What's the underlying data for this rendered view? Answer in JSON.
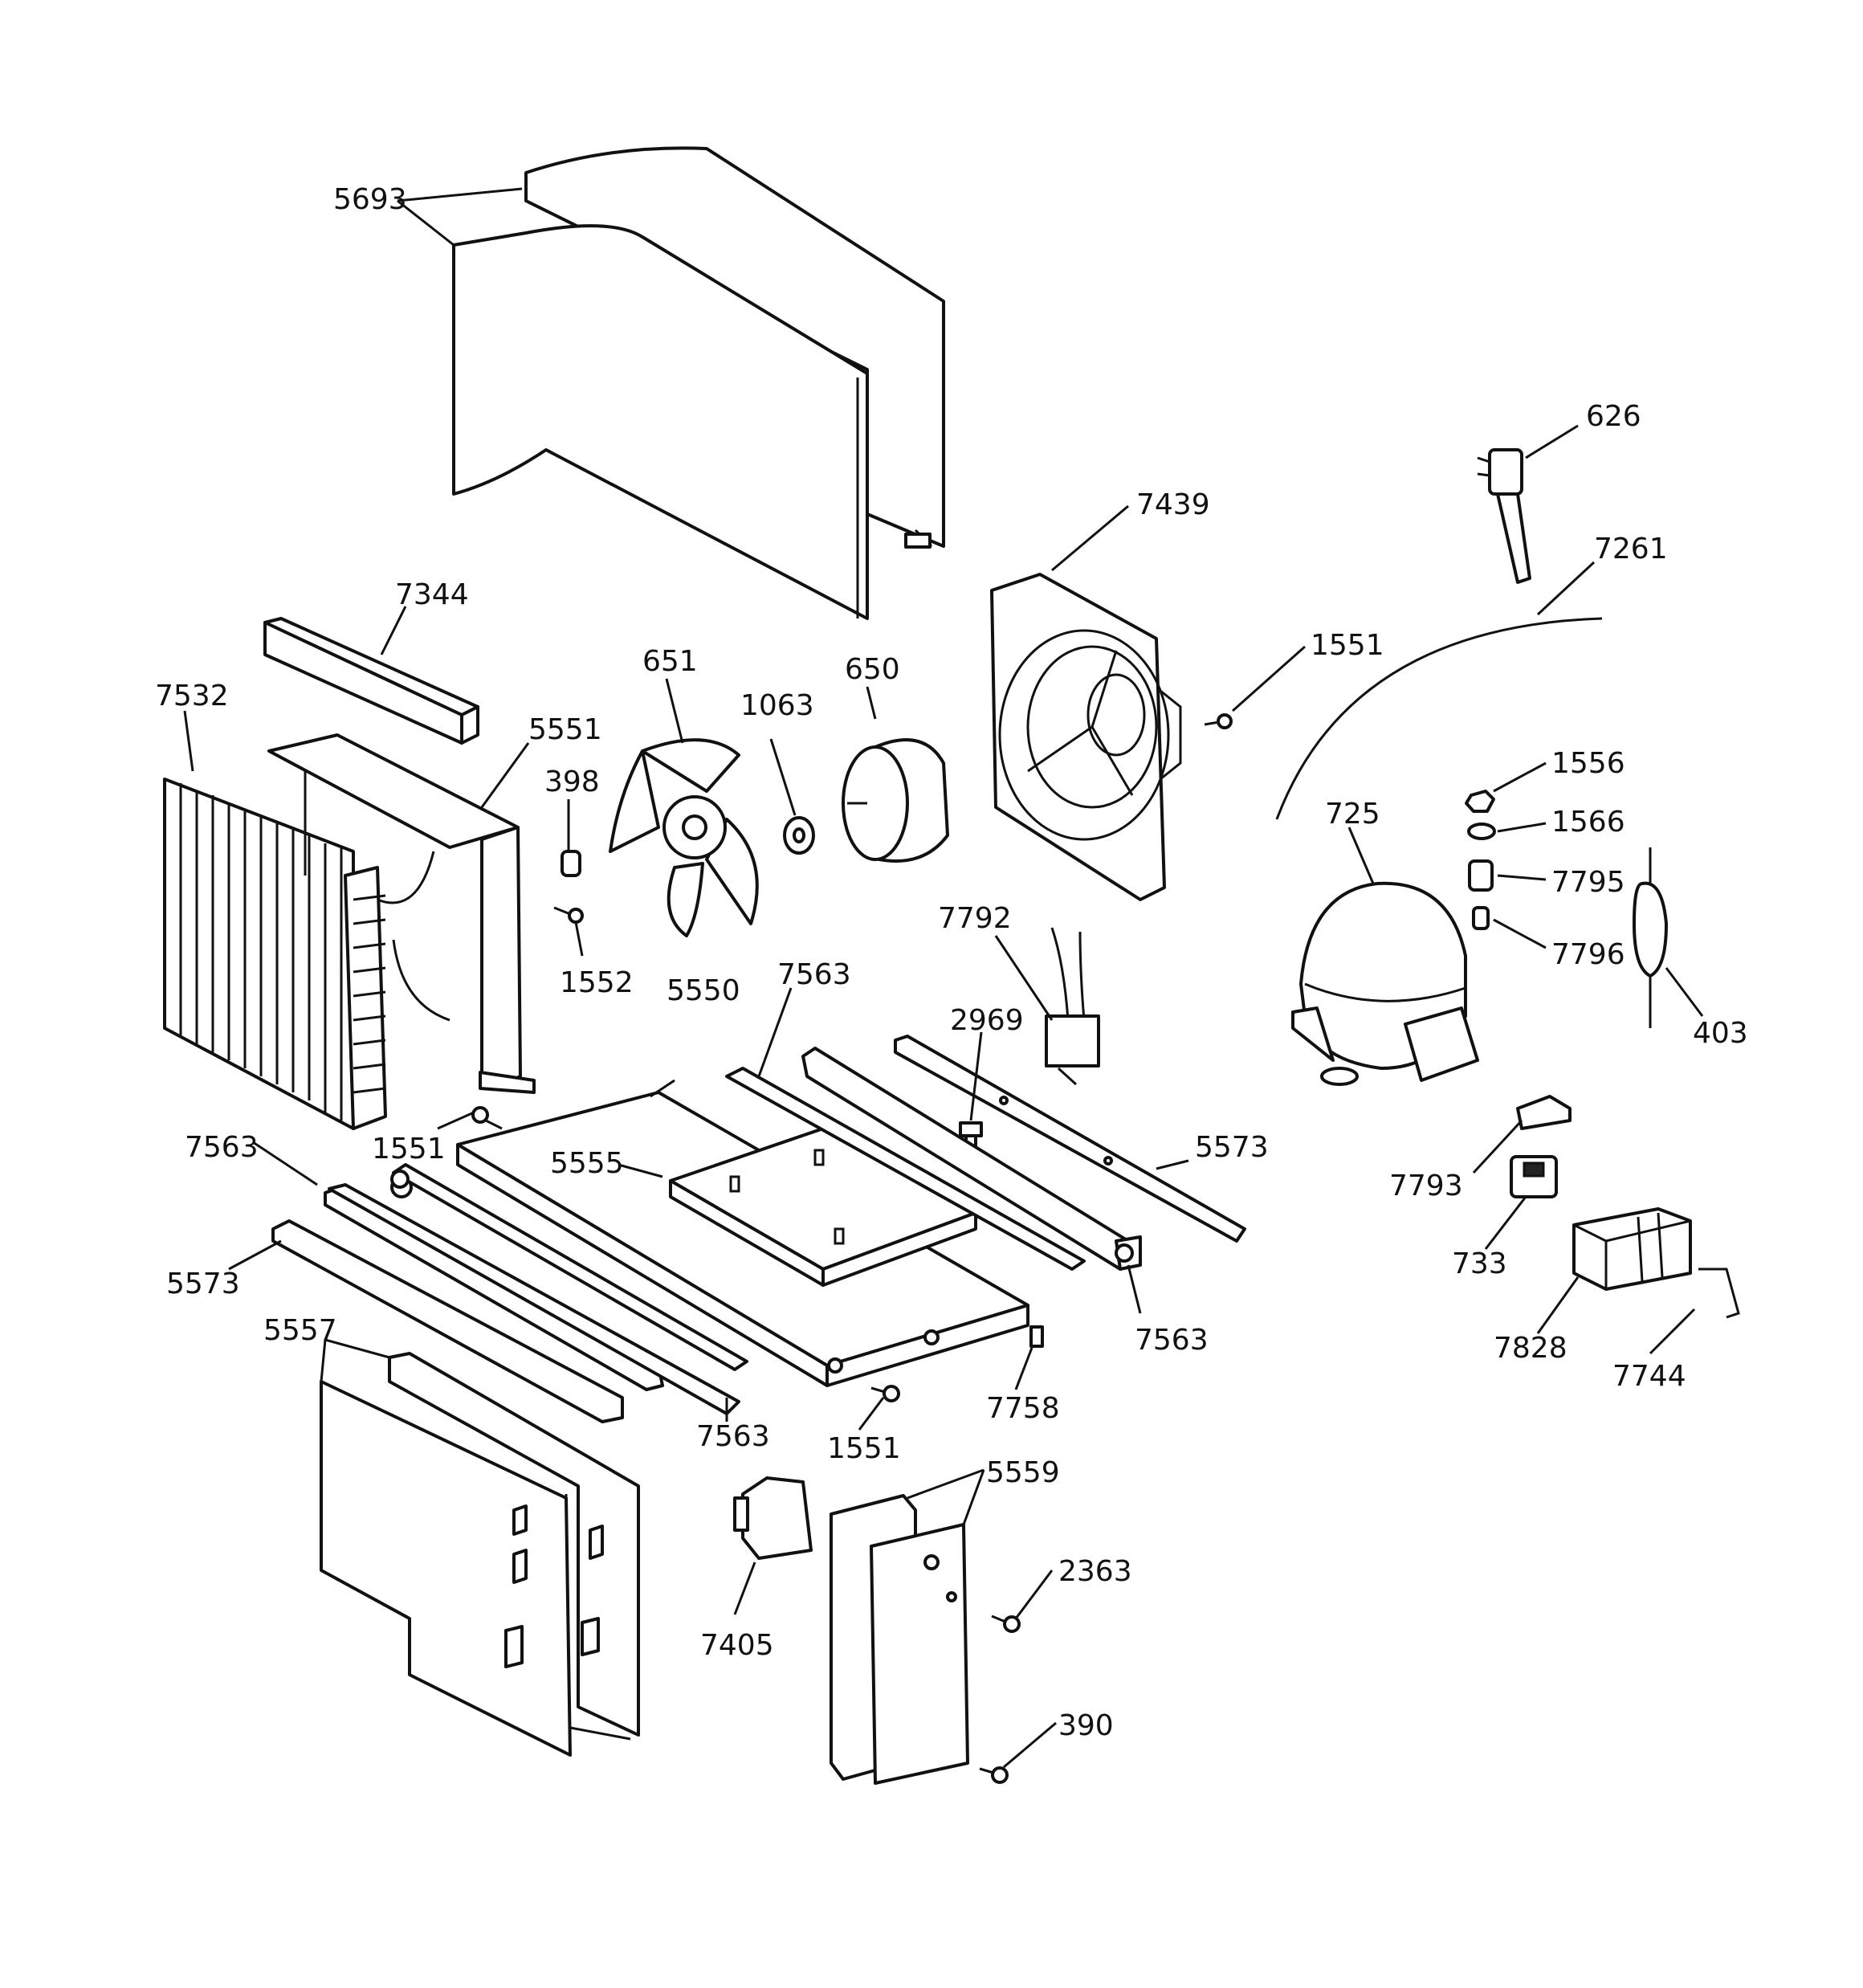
{
  "diagram": {
    "callouts": {
      "c5693": "5693",
      "c7344": "7344",
      "c7532": "7532",
      "c5551": "5551",
      "c398": "398",
      "c1552": "1552",
      "c651": "651",
      "c1063": "1063",
      "c650": "650",
      "c7439": "7439",
      "c1551a": "1551",
      "c626": "626",
      "c7261": "7261",
      "c1556": "1556",
      "c1566": "1566",
      "c7795": "7795",
      "c7796": "7796",
      "c725": "725",
      "c403": "403",
      "c7792": "7792",
      "c2969": "2969",
      "c7563a": "7563",
      "c5550": "5550",
      "c5555": "5555",
      "c5573a": "5573",
      "c1551b": "1551",
      "c7563b": "7563",
      "c5573b": "5573",
      "c7563c": "7563",
      "c7563d": "7563",
      "c7758": "7758",
      "c1551c": "1551",
      "c7793": "7793",
      "c733": "733",
      "c7828": "7828",
      "c7744": "7744",
      "c5557": "5557",
      "c5559": "5559",
      "c7405": "7405",
      "c2363": "2363",
      "c390": "390"
    }
  }
}
